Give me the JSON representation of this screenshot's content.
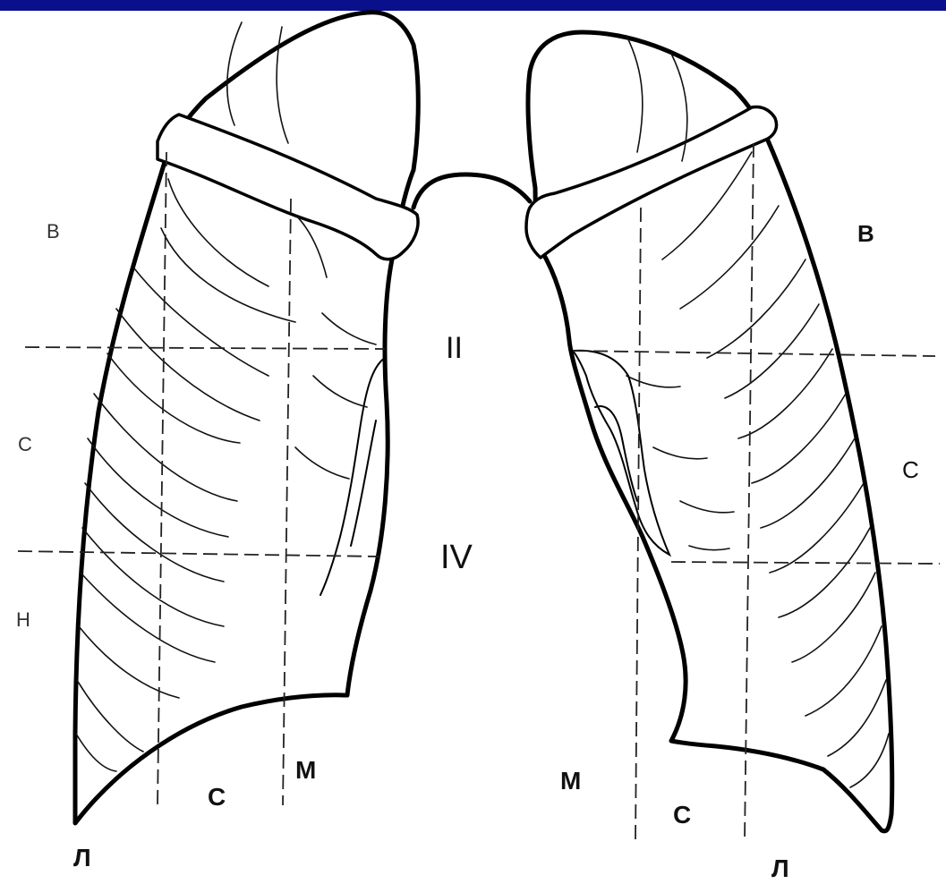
{
  "colors": {
    "topbar": "#0a0f8c",
    "ink": "#000000",
    "background": "#ffffff"
  },
  "labels": {
    "left_upper": "В",
    "left_middle": "С",
    "left_lower": "Н",
    "right_upper": "В",
    "right_middle": "С",
    "rib_ii": "II",
    "rib_iv": "IV",
    "left_bottom_c": "С",
    "left_bottom_m": "М",
    "left_bottom_l": "Л",
    "right_bottom_m": "М",
    "right_bottom_c": "С",
    "right_bottom_l": "Л"
  }
}
